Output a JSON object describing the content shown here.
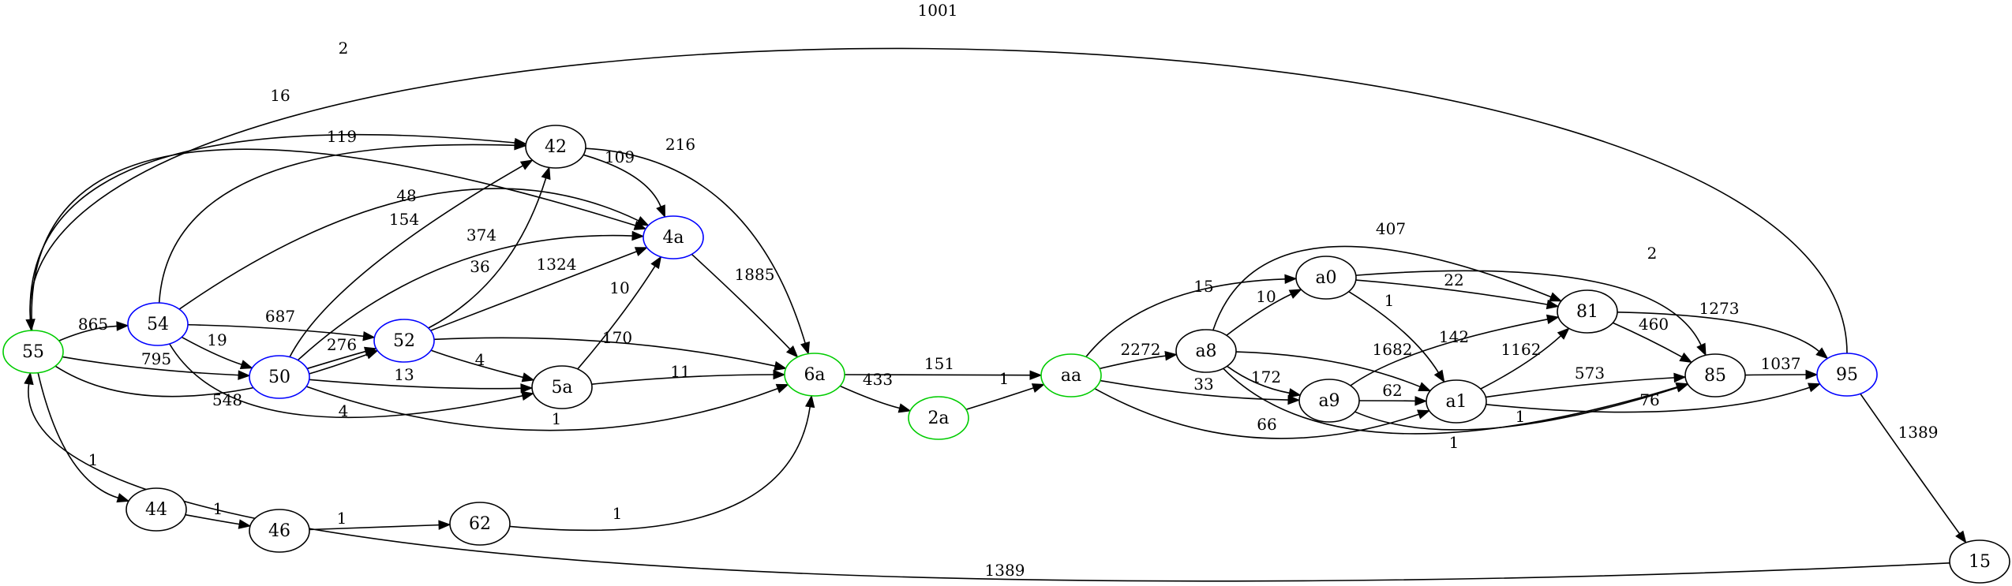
{
  "colors": {
    "green": "#00cc00",
    "blue": "#0000ff",
    "black": "#000000"
  },
  "nodes": [
    {
      "id": "n55",
      "label": "55",
      "color": "green"
    },
    {
      "id": "n54",
      "label": "54",
      "color": "blue"
    },
    {
      "id": "n50",
      "label": "50",
      "color": "blue"
    },
    {
      "id": "n52",
      "label": "52",
      "color": "blue"
    },
    {
      "id": "n42",
      "label": "42",
      "color": "black"
    },
    {
      "id": "n4a",
      "label": "4a",
      "color": "blue"
    },
    {
      "id": "n5a",
      "label": "5a",
      "color": "black"
    },
    {
      "id": "n6a",
      "label": "6a",
      "color": "green"
    },
    {
      "id": "n2a",
      "label": "2a",
      "color": "green"
    },
    {
      "id": "naa",
      "label": "aa",
      "color": "green"
    },
    {
      "id": "na8",
      "label": "a8",
      "color": "black"
    },
    {
      "id": "na0",
      "label": "a0",
      "color": "black"
    },
    {
      "id": "na9",
      "label": "a9",
      "color": "black"
    },
    {
      "id": "na1",
      "label": "a1",
      "color": "black"
    },
    {
      "id": "n81",
      "label": "81",
      "color": "black"
    },
    {
      "id": "n85",
      "label": "85",
      "color": "black"
    },
    {
      "id": "n95",
      "label": "95",
      "color": "blue"
    },
    {
      "id": "n15",
      "label": "15",
      "color": "black"
    },
    {
      "id": "n44",
      "label": "44",
      "color": "black"
    },
    {
      "id": "n46",
      "label": "46",
      "color": "black"
    },
    {
      "id": "n62",
      "label": "62",
      "color": "black"
    }
  ],
  "edges": [
    {
      "from": "n55",
      "to": "n54",
      "label": "865"
    },
    {
      "from": "n55",
      "to": "n50",
      "label": "795"
    },
    {
      "from": "n55",
      "to": "n52",
      "label": "548"
    },
    {
      "from": "n55",
      "to": "n42",
      "label": "16"
    },
    {
      "from": "n55",
      "to": "n4a",
      "label": "2"
    },
    {
      "from": "n55",
      "to": "n44",
      "label": "1"
    },
    {
      "from": "n54",
      "to": "n42",
      "label": "119"
    },
    {
      "from": "n54",
      "to": "n4a",
      "label": "48"
    },
    {
      "from": "n54",
      "to": "n52",
      "label": "687"
    },
    {
      "from": "n54",
      "to": "n50",
      "label": "19"
    },
    {
      "from": "n54",
      "to": "n5a",
      "label": "4"
    },
    {
      "from": "n50",
      "to": "n42",
      "label": "154"
    },
    {
      "from": "n50",
      "to": "n4a",
      "label": "374"
    },
    {
      "from": "n50",
      "to": "n52",
      "label": "276"
    },
    {
      "from": "n50",
      "to": "n5a",
      "label": "13"
    },
    {
      "from": "n50",
      "to": "n6a",
      "label": "1"
    },
    {
      "from": "n52",
      "to": "n42",
      "label": "36"
    },
    {
      "from": "n52",
      "to": "n4a",
      "label": "1324"
    },
    {
      "from": "n52",
      "to": "n5a",
      "label": "4"
    },
    {
      "from": "n52",
      "to": "n6a",
      "label": "170"
    },
    {
      "from": "n42",
      "to": "n4a",
      "label": "109"
    },
    {
      "from": "n42",
      "to": "n6a",
      "label": "216"
    },
    {
      "from": "n5a",
      "to": "n4a",
      "label": "10"
    },
    {
      "from": "n5a",
      "to": "n6a",
      "label": "11"
    },
    {
      "from": "n4a",
      "to": "n6a",
      "label": "1885"
    },
    {
      "from": "n6a",
      "to": "naa",
      "label": "151"
    },
    {
      "from": "n6a",
      "to": "n2a",
      "label": "433"
    },
    {
      "from": "n2a",
      "to": "naa",
      "label": "1"
    },
    {
      "from": "naa",
      "to": "na0",
      "label": "15"
    },
    {
      "from": "naa",
      "to": "na8",
      "label": "2272"
    },
    {
      "from": "naa",
      "to": "na9",
      "label": "33"
    },
    {
      "from": "naa",
      "to": "na1",
      "label": "66"
    },
    {
      "from": "na8",
      "to": "n81",
      "label": "407"
    },
    {
      "from": "na8",
      "to": "na0",
      "label": "10"
    },
    {
      "from": "na8",
      "to": "na1",
      "label": "1682"
    },
    {
      "from": "na8",
      "to": "na9",
      "label": "172"
    },
    {
      "from": "na8",
      "to": "n85",
      "label": "1"
    },
    {
      "from": "na0",
      "to": "n81",
      "label": "22"
    },
    {
      "from": "na0",
      "to": "n85",
      "label": "2"
    },
    {
      "from": "na0",
      "to": "na1",
      "label": "1"
    },
    {
      "from": "na9",
      "to": "n81",
      "label": "142"
    },
    {
      "from": "na9",
      "to": "na1",
      "label": "62"
    },
    {
      "from": "na9",
      "to": "n85",
      "label": "1"
    },
    {
      "from": "na1",
      "to": "n81",
      "label": "1162"
    },
    {
      "from": "na1",
      "to": "n85",
      "label": "573"
    },
    {
      "from": "na1",
      "to": "n95",
      "label": "76"
    },
    {
      "from": "n81",
      "to": "n85",
      "label": "460"
    },
    {
      "from": "n81",
      "to": "n95",
      "label": "1273"
    },
    {
      "from": "n85",
      "to": "n95",
      "label": "1037"
    },
    {
      "from": "n95",
      "to": "n55",
      "label": "1001"
    },
    {
      "from": "n95",
      "to": "n15",
      "label": "1389"
    },
    {
      "from": "n15",
      "to": "n55",
      "label": "1389"
    },
    {
      "from": "n44",
      "to": "n46",
      "label": "1"
    },
    {
      "from": "n46",
      "to": "n62",
      "label": "1"
    },
    {
      "from": "n62",
      "to": "n6a",
      "label": "1"
    }
  ]
}
